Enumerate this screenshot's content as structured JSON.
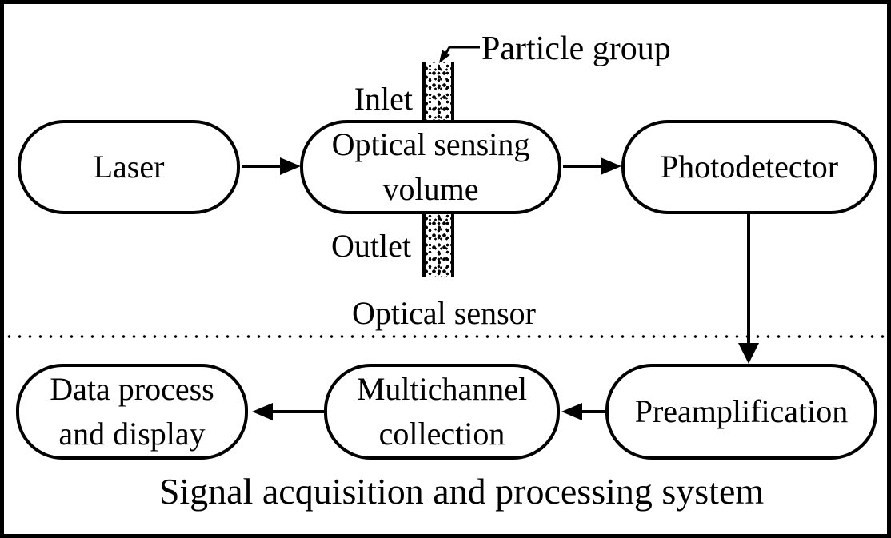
{
  "diagram": {
    "nodes": {
      "laser": {
        "lines": [
          "Laser"
        ]
      },
      "optical_sensing_volume": {
        "lines": [
          "Optical sensing",
          "volume"
        ]
      },
      "photodetector": {
        "lines": [
          "Photodetector"
        ]
      },
      "preamplification": {
        "lines": [
          "Preamplification"
        ]
      },
      "multichannel_collection": {
        "lines": [
          "Multichannel",
          "collection"
        ]
      },
      "data_process_and_display": {
        "lines": [
          "Data process",
          "and display"
        ]
      }
    },
    "labels": {
      "particle_group": "Particle group",
      "inlet": "Inlet",
      "outlet": "Outlet",
      "optical_sensor_section": "Optical sensor",
      "signal_section_caption": "Signal acquisition and processing system"
    },
    "connections": [
      {
        "from": "laser",
        "to": "optical_sensing_volume"
      },
      {
        "from": "optical_sensing_volume",
        "to": "photodetector"
      },
      {
        "from": "photodetector",
        "to": "preamplification"
      },
      {
        "from": "preamplification",
        "to": "multichannel_collection"
      },
      {
        "from": "multichannel_collection",
        "to": "data_process_and_display"
      }
    ],
    "colors": {
      "ink": "#000000",
      "background": "#ffffff"
    }
  }
}
